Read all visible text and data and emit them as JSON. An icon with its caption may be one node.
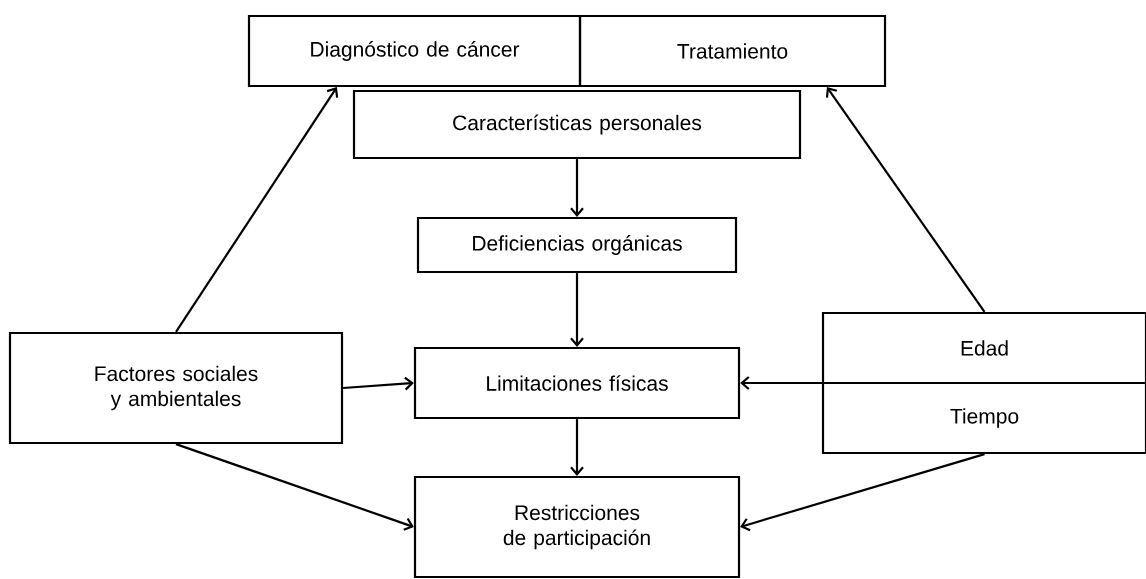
{
  "diagram": {
    "nodes": [
      {
        "text": [
          "Diagnóstico de cáncer"
        ]
      },
      {
        "text": [
          "Tratamiento"
        ]
      },
      {
        "text": [
          "Características personales"
        ]
      },
      {
        "text": [
          "Deficiencias orgánicas"
        ]
      },
      {
        "text": [
          "Limitaciones físicas"
        ]
      },
      {
        "text": [
          "Factores sociales y ambientales"
        ]
      },
      {
        "text": [
          "Edad",
          "Tiempo"
        ]
      },
      {
        "text": [
          "Restricciones de participación"
        ]
      }
    ],
    "edges": [
      {
        "from": 2,
        "to": 3,
        "arrow": "to"
      },
      {
        "from": 3,
        "to": 4,
        "arrow": "to"
      },
      {
        "from": 4,
        "to": 7,
        "arrow": "to"
      },
      {
        "from": 5,
        "to": 0,
        "arrow": "to"
      },
      {
        "from": 5,
        "to": 4,
        "arrow": "to"
      },
      {
        "from": 5,
        "to": 7,
        "arrow": "to"
      },
      {
        "from": 6,
        "to": 1,
        "arrow": "to"
      },
      {
        "from": 6,
        "to": 4,
        "arrow": "to"
      },
      {
        "from": 6,
        "to": 7,
        "arrow": "to"
      }
    ]
  }
}
